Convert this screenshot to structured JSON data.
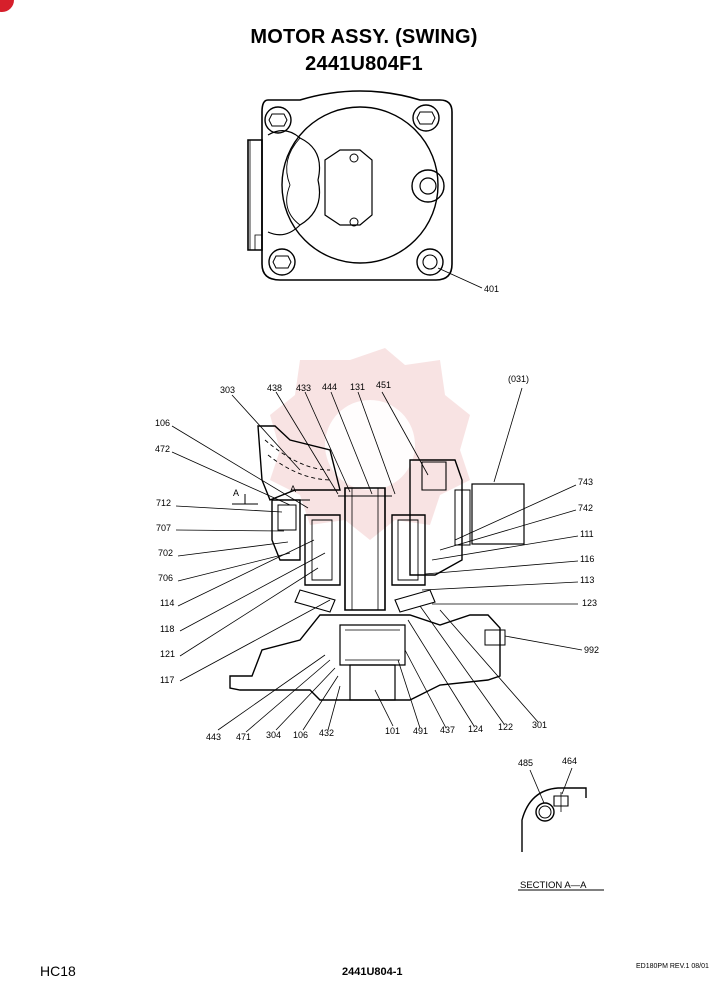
{
  "header": {
    "title_line1": "MOTOR ASSY. (SWING)",
    "title_line2": "2441U804F1"
  },
  "top_view": {
    "callouts": [
      "401"
    ]
  },
  "section_view": {
    "callouts_top": [
      "303",
      "438",
      "433",
      "444",
      "131",
      "451",
      "(031)"
    ],
    "callouts_left": [
      "106",
      "472",
      "712",
      "707",
      "702",
      "706",
      "114",
      "118",
      "121",
      "117"
    ],
    "callouts_right": [
      "743",
      "742",
      "111",
      "116",
      "113",
      "123",
      "992"
    ],
    "callouts_bottom": [
      "443",
      "471",
      "304",
      "106",
      "432",
      "101",
      "491",
      "437",
      "124",
      "122",
      "301"
    ],
    "section_markers": [
      "A",
      "A"
    ]
  },
  "detail_view": {
    "callouts": [
      "485",
      "464"
    ],
    "caption": "SECTION  A—A"
  },
  "footer": {
    "left": "HC18",
    "center": "2441U804-1",
    "right": "ED180PM REV.1 08/01"
  },
  "colors": {
    "line": "#000000",
    "watermark": "#f2c6c6",
    "brand_red": "#d61f2b"
  }
}
